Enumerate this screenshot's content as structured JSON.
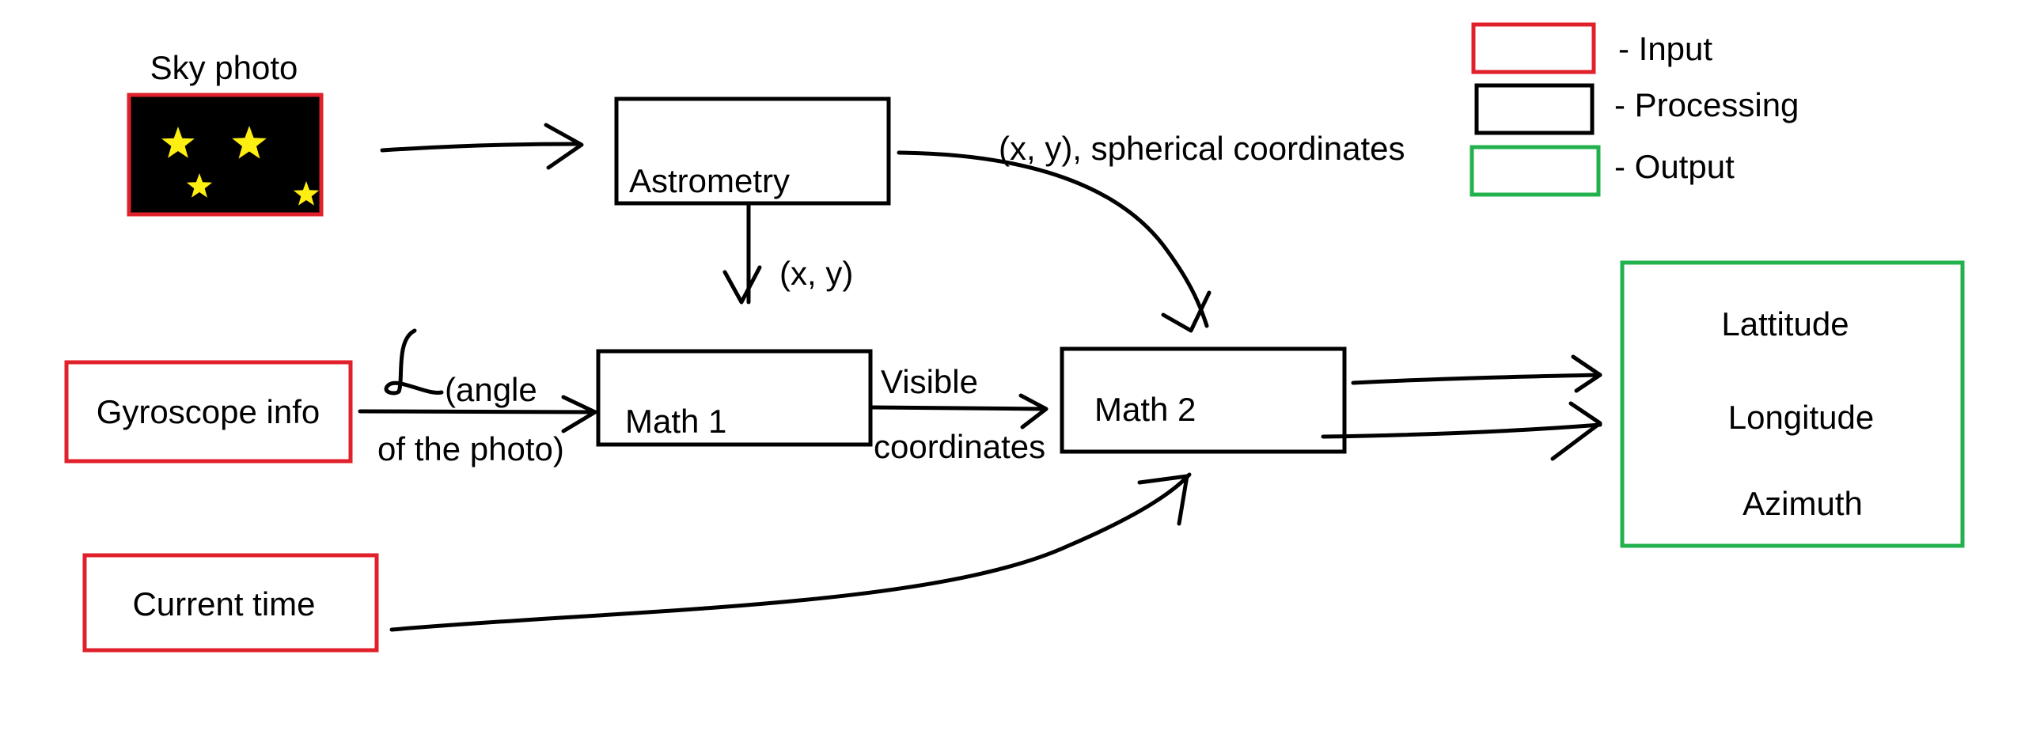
{
  "colors": {
    "input": "#e0202a",
    "processing": "#000000",
    "output": "#22b14c",
    "star": "#ffee11",
    "photo_bg": "#000000"
  },
  "legend": {
    "input": "- Input",
    "processing": "- Processing",
    "output": "- Output"
  },
  "nodes": {
    "sky_photo": "Sky photo",
    "gyroscope": "Gyroscope info",
    "current_time": "Current time",
    "astrometry": "Astrometry",
    "math1": "Math 1",
    "math2": "Math 2",
    "outputs": [
      "Lattitude",
      "Longitude",
      "Azimuth"
    ]
  },
  "edge_labels": {
    "astrometry_to_math2": "(x, y), spherical coordinates",
    "astrometry_to_math1": "(x, y)",
    "gyro_line1": "(angle",
    "gyro_line2": "of the photo)",
    "math1_line1": "Visible",
    "math1_line2": "coordinates"
  }
}
